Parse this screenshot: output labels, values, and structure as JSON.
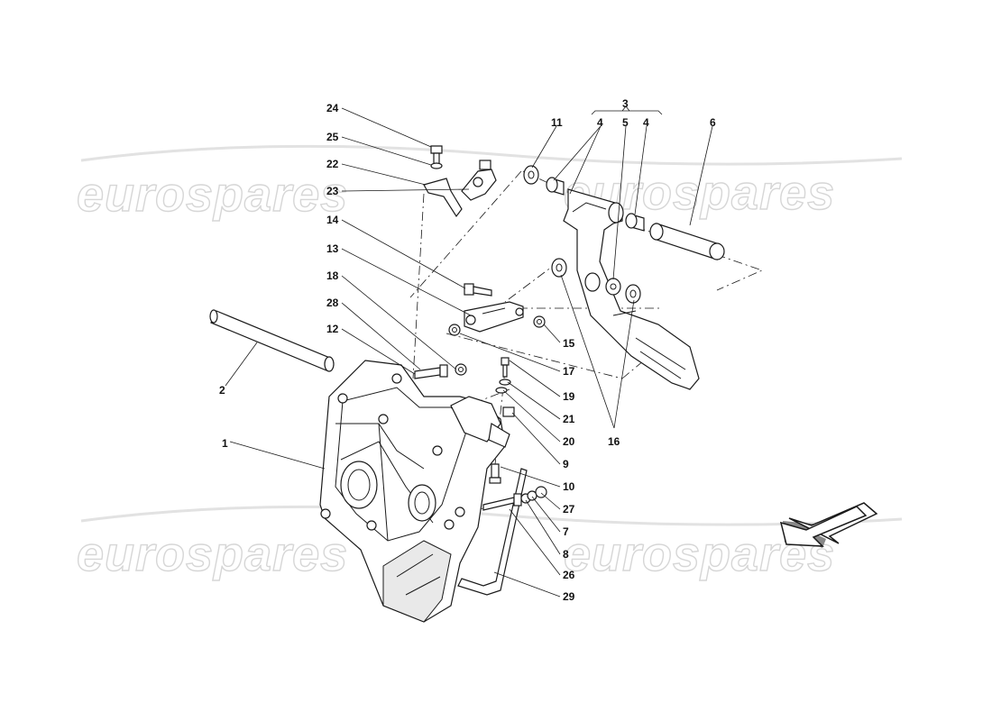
{
  "watermarks": [
    "eurospares",
    "eurospares",
    "eurospares",
    "eurospares"
  ],
  "callouts": [
    {
      "id": "24",
      "text": "24"
    },
    {
      "id": "25",
      "text": "25"
    },
    {
      "id": "22",
      "text": "22"
    },
    {
      "id": "23",
      "text": "23"
    },
    {
      "id": "14",
      "text": "14"
    },
    {
      "id": "13",
      "text": "13"
    },
    {
      "id": "18",
      "text": "18"
    },
    {
      "id": "28",
      "text": "28"
    },
    {
      "id": "12",
      "text": "12"
    },
    {
      "id": "2",
      "text": "2"
    },
    {
      "id": "1",
      "text": "1"
    },
    {
      "id": "3",
      "text": "3"
    },
    {
      "id": "11",
      "text": "11"
    },
    {
      "id": "4a",
      "text": "4"
    },
    {
      "id": "5",
      "text": "5"
    },
    {
      "id": "4b",
      "text": "4"
    },
    {
      "id": "6",
      "text": "6"
    },
    {
      "id": "15",
      "text": "15"
    },
    {
      "id": "17",
      "text": "17"
    },
    {
      "id": "19",
      "text": "19"
    },
    {
      "id": "21",
      "text": "21"
    },
    {
      "id": "20",
      "text": "20"
    },
    {
      "id": "9",
      "text": "9"
    },
    {
      "id": "16",
      "text": "16"
    },
    {
      "id": "10",
      "text": "10"
    },
    {
      "id": "27",
      "text": "27"
    },
    {
      "id": "7",
      "text": "7"
    },
    {
      "id": "8",
      "text": "8"
    },
    {
      "id": "26",
      "text": "26"
    },
    {
      "id": "29",
      "text": "29"
    }
  ],
  "icons": {
    "direction_arrow": "front-direction-arrow-icon"
  }
}
